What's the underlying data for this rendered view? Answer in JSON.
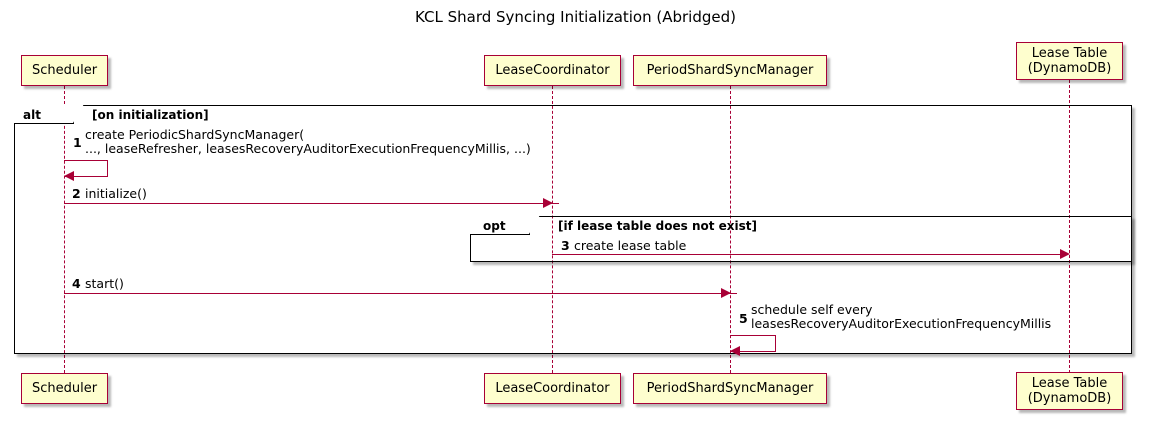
{
  "diagram": {
    "title": "KCL Shard Syncing Initialization (Abridged)",
    "type": "sequence-diagram"
  },
  "participants": [
    {
      "id": "scheduler",
      "label": "Scheduler"
    },
    {
      "id": "lease-coordinator",
      "label": "LeaseCoordinator"
    },
    {
      "id": "period-shard-sync-manager",
      "label": "PeriodShardSyncManager"
    },
    {
      "id": "lease-table",
      "label": "Lease Table\n(DynamoDB)"
    }
  ],
  "fragments": [
    {
      "id": "alt",
      "type_label": "alt",
      "condition": "[on initialization]"
    },
    {
      "id": "opt",
      "type_label": "opt",
      "condition": "[if lease table does not exist]"
    }
  ],
  "messages": [
    {
      "number": "1",
      "label": "create PeriodicShardSyncManager(\n    ..., leaseRefresher, leasesRecoveryAuditorExecutionFrequencyMillis, ...)",
      "from": "scheduler",
      "to": "scheduler",
      "kind": "self"
    },
    {
      "number": "2",
      "label": "initialize()",
      "from": "scheduler",
      "to": "lease-coordinator",
      "kind": "call"
    },
    {
      "number": "3",
      "label": "create lease table",
      "from": "lease-coordinator",
      "to": "lease-table",
      "kind": "call"
    },
    {
      "number": "4",
      "label": "start()",
      "from": "scheduler",
      "to": "period-shard-sync-manager",
      "kind": "call"
    },
    {
      "number": "5",
      "label": "schedule self every\n  leasesRecoveryAuditorExecutionFrequencyMillis",
      "from": "period-shard-sync-manager",
      "to": "period-shard-sync-manager",
      "kind": "self"
    }
  ],
  "colors": {
    "participant_fill": "#FEFECE",
    "participant_border": "#A80036",
    "arrow": "#A80036",
    "fragment_border": "#000000",
    "background": "#FFFFFF"
  }
}
